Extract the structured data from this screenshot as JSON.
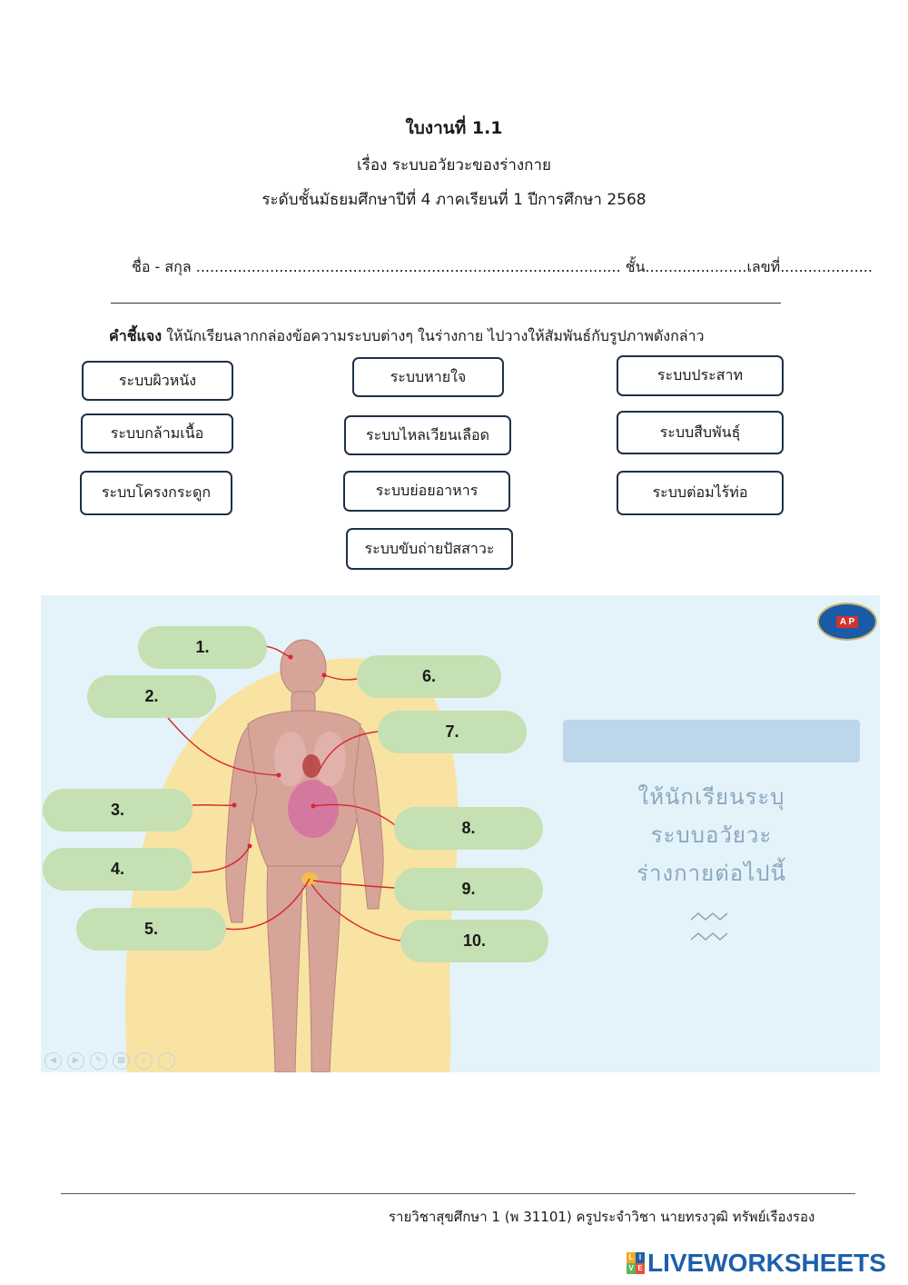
{
  "header": {
    "title": "ใบงานที่ 1.1",
    "subtitle": "เรื่อง ระบบอวัยวะของร่างกาย",
    "level": "ระดับชั้นมัธยมศึกษาปีที่ 4 ภาคเรียนที่ 1 ปีการศึกษา 2568"
  },
  "student": {
    "name_line": "ชื่อ - สกุล ............................................................................................ ชั้น......................เลขที่...................."
  },
  "instructions": {
    "label": "คำชี้แจง",
    "text": " ให้นักเรียนลากกล่องข้อความระบบต่างๆ ในร่างกาย ไปวางให้สัมพันธ์กับรูปภาพดังกล่าว"
  },
  "systems": [
    "ระบบผิวหนัง",
    "ระบบหายใจ",
    "ระบบประสาท",
    "ระบบกล้ามเนื้อ",
    "ระบบไหลเวียนเลือด",
    "ระบบสืบพันธุ์",
    "ระบบโครงกระดูก",
    "ระบบย่อยอาหาร",
    "ระบบต่อมไร้ท่อ",
    "ระบบขับถ่ายปัสสาวะ"
  ],
  "slide": {
    "labels": [
      "1.",
      "2.",
      "3.",
      "4.",
      "5.",
      "6.",
      "7.",
      "8.",
      "9.",
      "10."
    ],
    "prompt_lines": [
      "ให้นักเรียนระบุ",
      "ระบบอวัยวะ",
      "ร่างกายต่อไปนี้"
    ],
    "logo_text": "A P",
    "colors": {
      "background": "#e4f3fa",
      "pill": "#c5e0b3",
      "blob": "#f8e3a3",
      "line": "#d9262c",
      "prompt": "#8aa7be"
    }
  },
  "footer": {
    "text": "รายวิชาสุขศึกษา 1 (พ 31101) ครูประจำวิชา นายทรงวุฒิ  ทรัพย์เรืองรอง"
  },
  "brand": {
    "icon_letters": [
      "L",
      "I",
      "V",
      "E"
    ],
    "name": "LIVEWORKSHEETS"
  }
}
